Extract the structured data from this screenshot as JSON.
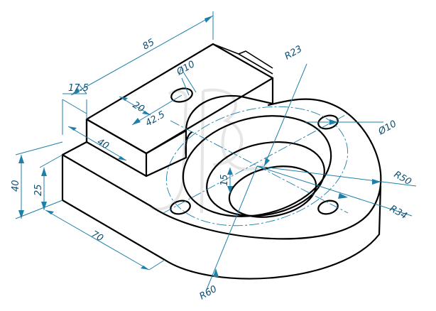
{
  "dimensions": {
    "d85": "85",
    "d17_5": "17.5",
    "d20": "20",
    "d42_5": "42.5",
    "d40w": "40",
    "d40h": "40",
    "d25": "25",
    "d70": "70",
    "d15": "15",
    "r23": "R23",
    "r50": "R50",
    "r34": "R34",
    "r60": "R60",
    "dia10_top": "Ø10",
    "dia10_right": "Ø10"
  },
  "colors": {
    "object_line": "#000000",
    "dimension_line": "#1f7fa8",
    "dimension_text": "#0f4e70",
    "watermark": "#e6e6e6"
  }
}
